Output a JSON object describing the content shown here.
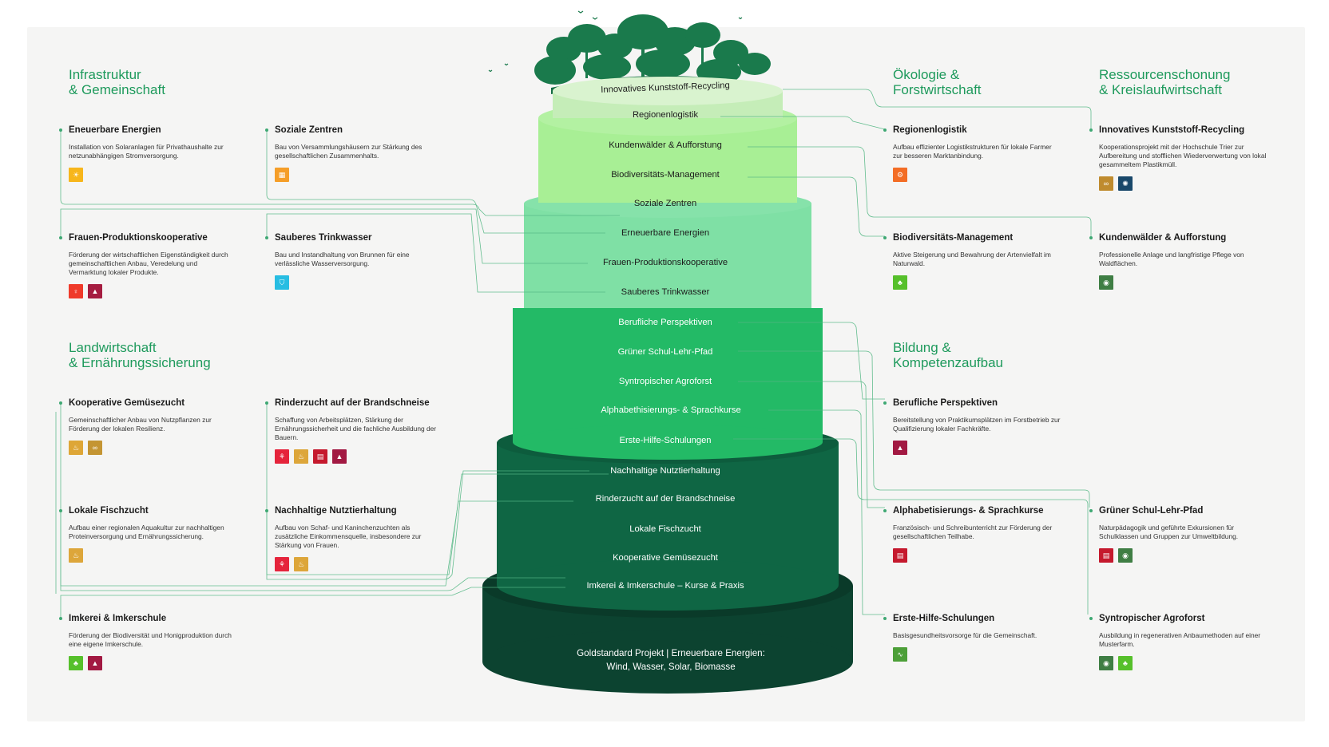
{
  "colors": {
    "accent": "#1e9a5c",
    "tier1": "#c5edb8",
    "tier2": "#a8ef95",
    "tier3": "#7fe0a5",
    "tier4": "#23ba66",
    "tier5": "#0f6644",
    "tier6": "#0c4330"
  },
  "sections": {
    "infrastruktur": "Infrastruktur\n& Gemeinschaft",
    "landwirtschaft": "Landwirtschaft\n& Ernährungssicherung",
    "oekologie": "Ökologie &\nForstwirtschaft",
    "ressourcen": "Ressourcenschonung\n& Kreislaufwirtschaft",
    "bildung": "Bildung &\nKompetenzaufbau"
  },
  "left_blocks": [
    {
      "title": "Eneuerbare Energien",
      "desc": "Installation von Solaranlagen für Privathaushalte zur netzunabhängigen Stromversorgung.",
      "sdgs": [
        {
          "color": "#f7b61b",
          "icon": "☀"
        }
      ]
    },
    {
      "title": "Soziale Zentren",
      "desc": "Bau von Versammlungshäusern zur Stärkung des gesellschaftlichen Zusammenhalts.",
      "sdgs": [
        {
          "color": "#f59e28",
          "icon": "▦"
        }
      ]
    },
    {
      "title": "Frauen-Produktionskooperative",
      "desc": "Förderung der wirtschaftlichen Eigenständigkeit durch gemeinschaftlichen Anbau, Veredelung und Vermarktung lokaler Produkte.",
      "sdgs": [
        {
          "color": "#ef3a2a",
          "icon": "♀"
        },
        {
          "color": "#a51c40",
          "icon": "▲"
        }
      ]
    },
    {
      "title": "Sauberes Trinkwasser",
      "desc": "Bau und Instandhaltung von Brunnen für eine verlässliche Wasserversorgung.",
      "sdgs": [
        {
          "color": "#27bde2",
          "icon": "⛉"
        }
      ]
    },
    {
      "title": "Kooperative Gemüsezucht",
      "desc": "Gemeinschaftlicher Anbau von Nutzpflanzen zur Förderung der lokalen Resilienz.",
      "sdgs": [
        {
          "color": "#dea637",
          "icon": "♨"
        },
        {
          "color": "#c49533",
          "icon": "∞"
        }
      ]
    },
    {
      "title": "Rinderzucht auf der Brandschneise",
      "desc": "Schaffung von Arbeitsplätzen, Stärkung der Ernährungssicherheit und die fachliche Ausbildung der Bauern.",
      "sdgs": [
        {
          "color": "#e5243b",
          "icon": "⚘"
        },
        {
          "color": "#dda63a",
          "icon": "♨"
        },
        {
          "color": "#c5192d",
          "icon": "▤"
        },
        {
          "color": "#a21942",
          "icon": "▲"
        }
      ]
    },
    {
      "title": "Lokale Fischzucht",
      "desc": "Aufbau einer regionalen Aquakultur zur nachhaltigen Proteinversorgung und Ernährungssicherung.",
      "sdgs": [
        {
          "color": "#dda63a",
          "icon": "♨"
        }
      ]
    },
    {
      "title": "Nachhaltige Nutztierhaltung",
      "desc": "Aufbau von Schaf- und Kaninchenzuchten als zusätzliche Einkommensquelle, insbesondere zur Stärkung von Frauen.",
      "sdgs": [
        {
          "color": "#e5243b",
          "icon": "⚘"
        },
        {
          "color": "#dda63a",
          "icon": "♨"
        }
      ]
    },
    {
      "title": "Imkerei & Imkerschule",
      "desc": "Förderung der Biodiversität und Honigproduktion durch eine eigene Imkerschule.",
      "sdgs": [
        {
          "color": "#56c02b",
          "icon": "♣"
        },
        {
          "color": "#a21942",
          "icon": "▲"
        }
      ]
    }
  ],
  "right_blocks": [
    {
      "title": "Regionenlogistik",
      "desc": "Aufbau effizienter Logistikstrukturen für lokale Farmer zur besseren Marktanbindung.",
      "sdgs": [
        {
          "color": "#f36d25",
          "icon": "⚙"
        }
      ]
    },
    {
      "title": "Innovatives Kunststoff-Recycling",
      "desc": "Kooperationsprojekt mit der Hochschule Trier zur Aufbereitung und stofflichen Wiederverwertung von lokal gesammeltem Plastikmüll.",
      "sdgs": [
        {
          "color": "#bf8b2e",
          "icon": "∞"
        },
        {
          "color": "#19486a",
          "icon": "✺"
        }
      ]
    },
    {
      "title": "Biodiversitäts-Management",
      "desc": "Aktive Steigerung und Bewahrung der Artenvielfalt im Naturwald.",
      "sdgs": [
        {
          "color": "#56c02b",
          "icon": "♣"
        }
      ]
    },
    {
      "title": "Kundenwälder & Aufforstung",
      "desc": "Professionelle Anlage und langfristige Pflege von Waldflächen.",
      "sdgs": [
        {
          "color": "#3f7e44",
          "icon": "◉"
        }
      ]
    },
    {
      "title": "Berufliche Perspektiven",
      "desc": "Bereitstellung von Praktikumsplätzen im Forstbetrieb zur Qualifizierung lokaler Fachkräfte.",
      "sdgs": [
        {
          "color": "#a21942",
          "icon": "▲"
        }
      ]
    },
    {
      "title": "Alphabetisierungs- & Sprachkurse",
      "desc": "Französisch- und Schreibunterricht zur Förderung der gesellschaftlichen Teilhabe.",
      "sdgs": [
        {
          "color": "#c5192d",
          "icon": "▤"
        }
      ]
    },
    {
      "title": "Grüner Schul-Lehr-Pfad",
      "desc": "Naturpädagogik und geführte Exkursionen für Schulklassen und Gruppen zur Umweltbildung.",
      "sdgs": [
        {
          "color": "#c5192d",
          "icon": "▤"
        },
        {
          "color": "#3f7e44",
          "icon": "◉"
        }
      ]
    },
    {
      "title": "Erste-Hilfe-Schulungen",
      "desc": "Basisgesundheitsvorsorge für die Gemeinschaft.",
      "sdgs": [
        {
          "color": "#4c9f38",
          "icon": "∿"
        }
      ]
    },
    {
      "title": "Syntropischer Agroforst",
      "desc": "Ausbildung in regenerativen Anbaumethoden auf einer Musterfarm.",
      "sdgs": [
        {
          "color": "#3f7e44",
          "icon": "◉"
        },
        {
          "color": "#56c02b",
          "icon": "♣"
        }
      ]
    }
  ],
  "tiers": [
    "Innovatives Kunststoff-Recycling",
    "Regionenlogistik",
    "Kundenwälder & Aufforstung",
    "Biodiversitäts-Management",
    "Soziale Zentren",
    "Erneuerbare Energien",
    "Frauen-Produktionskooperative",
    "Sauberes Trinkwasser",
    "Berufliche Perspektiven",
    "Grüner Schul-Lehr-Pfad",
    "Syntropischer Agroforst",
    "Alphabethisierungs- & Sprachkurse",
    "Erste-Hilfe-Schulungen",
    "Nachhaltige Nutztierhaltung",
    "Rinderzucht auf der Brandschneise",
    "Lokale Fischzucht",
    "Kooperative Gemüsezucht",
    "Imkerei & Imkerschule – Kurse & Praxis"
  ],
  "base_label": "Goldstandard Projekt | Erneuerbare Energien:\nWind, Wasser, Solar, Biomasse"
}
